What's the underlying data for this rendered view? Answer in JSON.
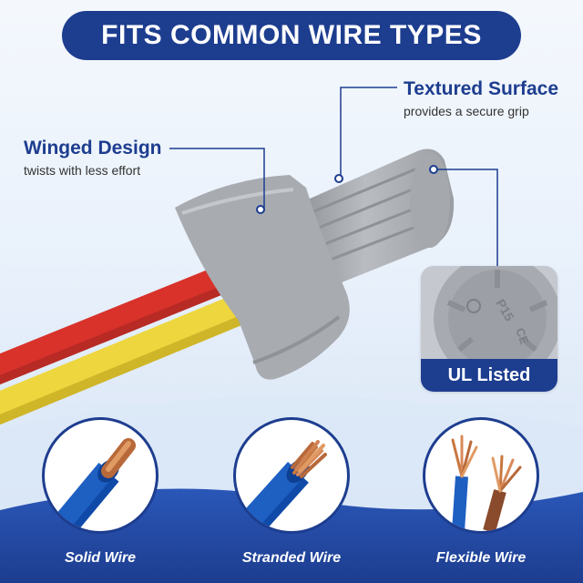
{
  "banner": {
    "title": "FITS COMMON WIRE TYPES"
  },
  "callouts": {
    "winged": {
      "title": "Winged Design",
      "subtitle": "twists with less effort"
    },
    "textured": {
      "title": "Textured Surface",
      "subtitle": "provides a secure grip"
    }
  },
  "badge": {
    "label": "UL Listed",
    "embossed": [
      "P15",
      "CE"
    ]
  },
  "wire_types": [
    {
      "label": "Solid Wire",
      "icon": "solid-wire-icon"
    },
    {
      "label": "Stranded Wire",
      "icon": "stranded-wire-icon"
    },
    {
      "label": "Flexible Wire",
      "icon": "flexible-wire-icon"
    }
  ],
  "colors": {
    "brand_blue": "#1d3d8f",
    "connector_gray": "#a8abb0",
    "wire_red": "#d8322b",
    "wire_yellow": "#e9cf3a",
    "copper": "#c8773f",
    "insulation_blue": "#1e5fc2",
    "insulation_brown": "#8a4a2c"
  }
}
